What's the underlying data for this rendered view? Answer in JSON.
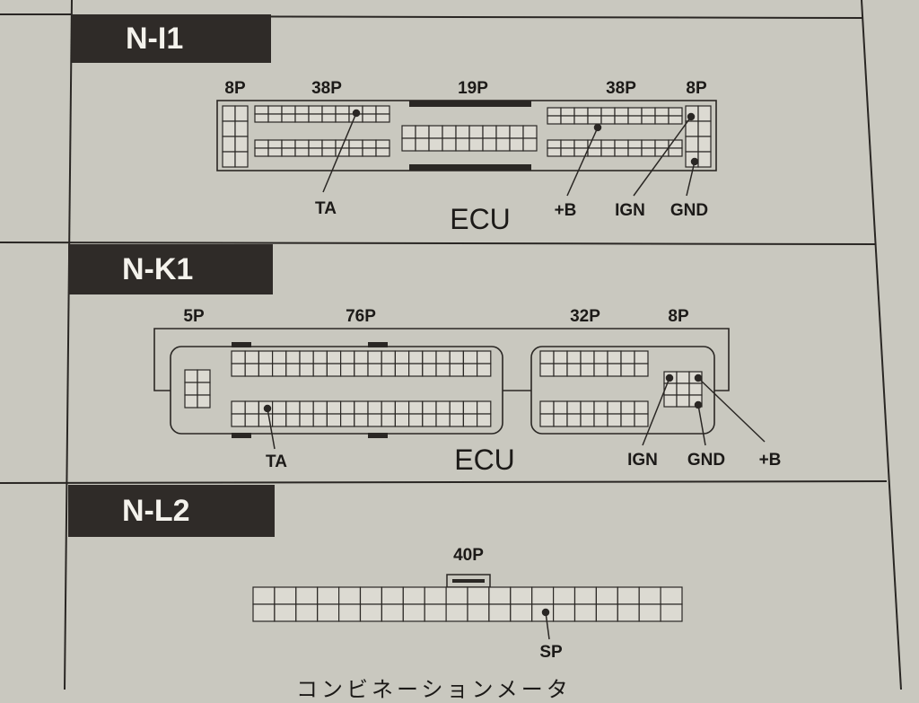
{
  "sections": [
    {
      "id": "N-I1",
      "title": "N-I1",
      "ecu_label": "ECU",
      "pin_counts": [
        "8P",
        "38P",
        "19P",
        "38P",
        "8P"
      ],
      "terminals": [
        "TA",
        "+B",
        "IGN",
        "GND"
      ]
    },
    {
      "id": "N-K1",
      "title": "N-K1",
      "ecu_label": "ECU",
      "pin_counts": [
        "5P",
        "76P",
        "32P",
        "8P"
      ],
      "terminals": [
        "TA",
        "IGN",
        "GND",
        "+B"
      ]
    },
    {
      "id": "N-L2",
      "title": "N-L2",
      "pin_counts": [
        "40P"
      ],
      "terminals": [
        "SP"
      ]
    }
  ],
  "bottom_text": "コンビネーションメータ"
}
